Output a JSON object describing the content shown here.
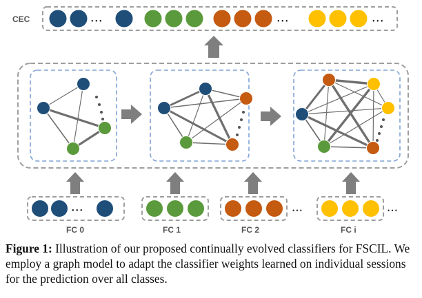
{
  "colors": {
    "blue": "#1f4e79",
    "green": "#5b9a3c",
    "orange": "#c55a11",
    "yellow": "#ffc000",
    "edge": "#6f6f6f",
    "arrow": "#7f7f7f",
    "box_gray": "#9e9e9e",
    "box_blue": "#7fa3d4"
  },
  "labels": {
    "cec": "CEC",
    "fc": [
      "FC 0",
      "FC 1",
      "FC 2",
      "FC i"
    ],
    "ellipsis": "• • •"
  },
  "caption": {
    "label": "Figure 1:",
    "text": "Illustration of our proposed continually evolved classifiers for FSCIL. We employ a graph model to adapt the classifier weights learned on individual sessions for the prediction over all classes."
  }
}
